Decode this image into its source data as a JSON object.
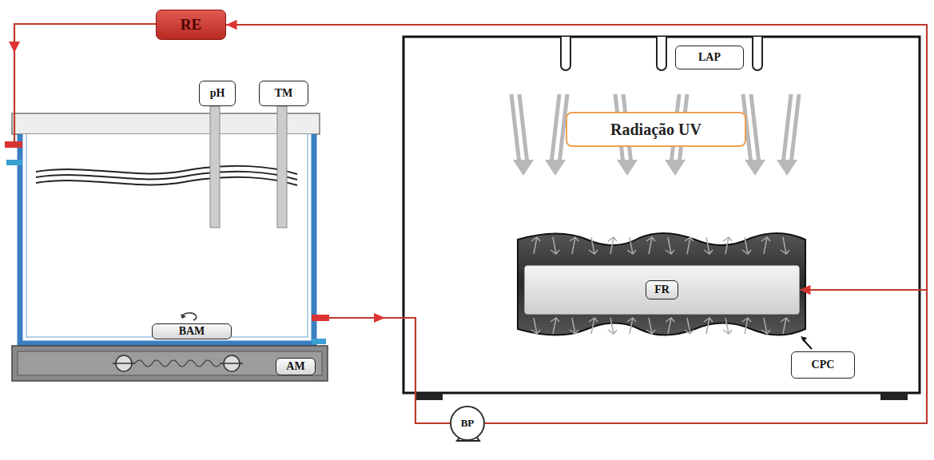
{
  "diagram": {
    "nodes": [
      {
        "text": [
          "RE"
        ]
      },
      {
        "text": [
          "pH"
        ]
      },
      {
        "text": [
          "TM"
        ]
      },
      {
        "text": [
          "LAP"
        ]
      },
      {
        "text": [
          "Radiação UV"
        ]
      },
      {
        "text": [
          "FR"
        ]
      },
      {
        "text": [
          "BAM"
        ]
      },
      {
        "text": [
          "CPC"
        ]
      },
      {
        "text": [
          "AM"
        ]
      },
      {
        "text": [
          "BP"
        ]
      }
    ],
    "edges": [
      {
        "from": 9,
        "to": 5,
        "arrow": "to"
      },
      {
        "from": 5,
        "to": 0,
        "arrow": "to"
      }
    ]
  }
}
